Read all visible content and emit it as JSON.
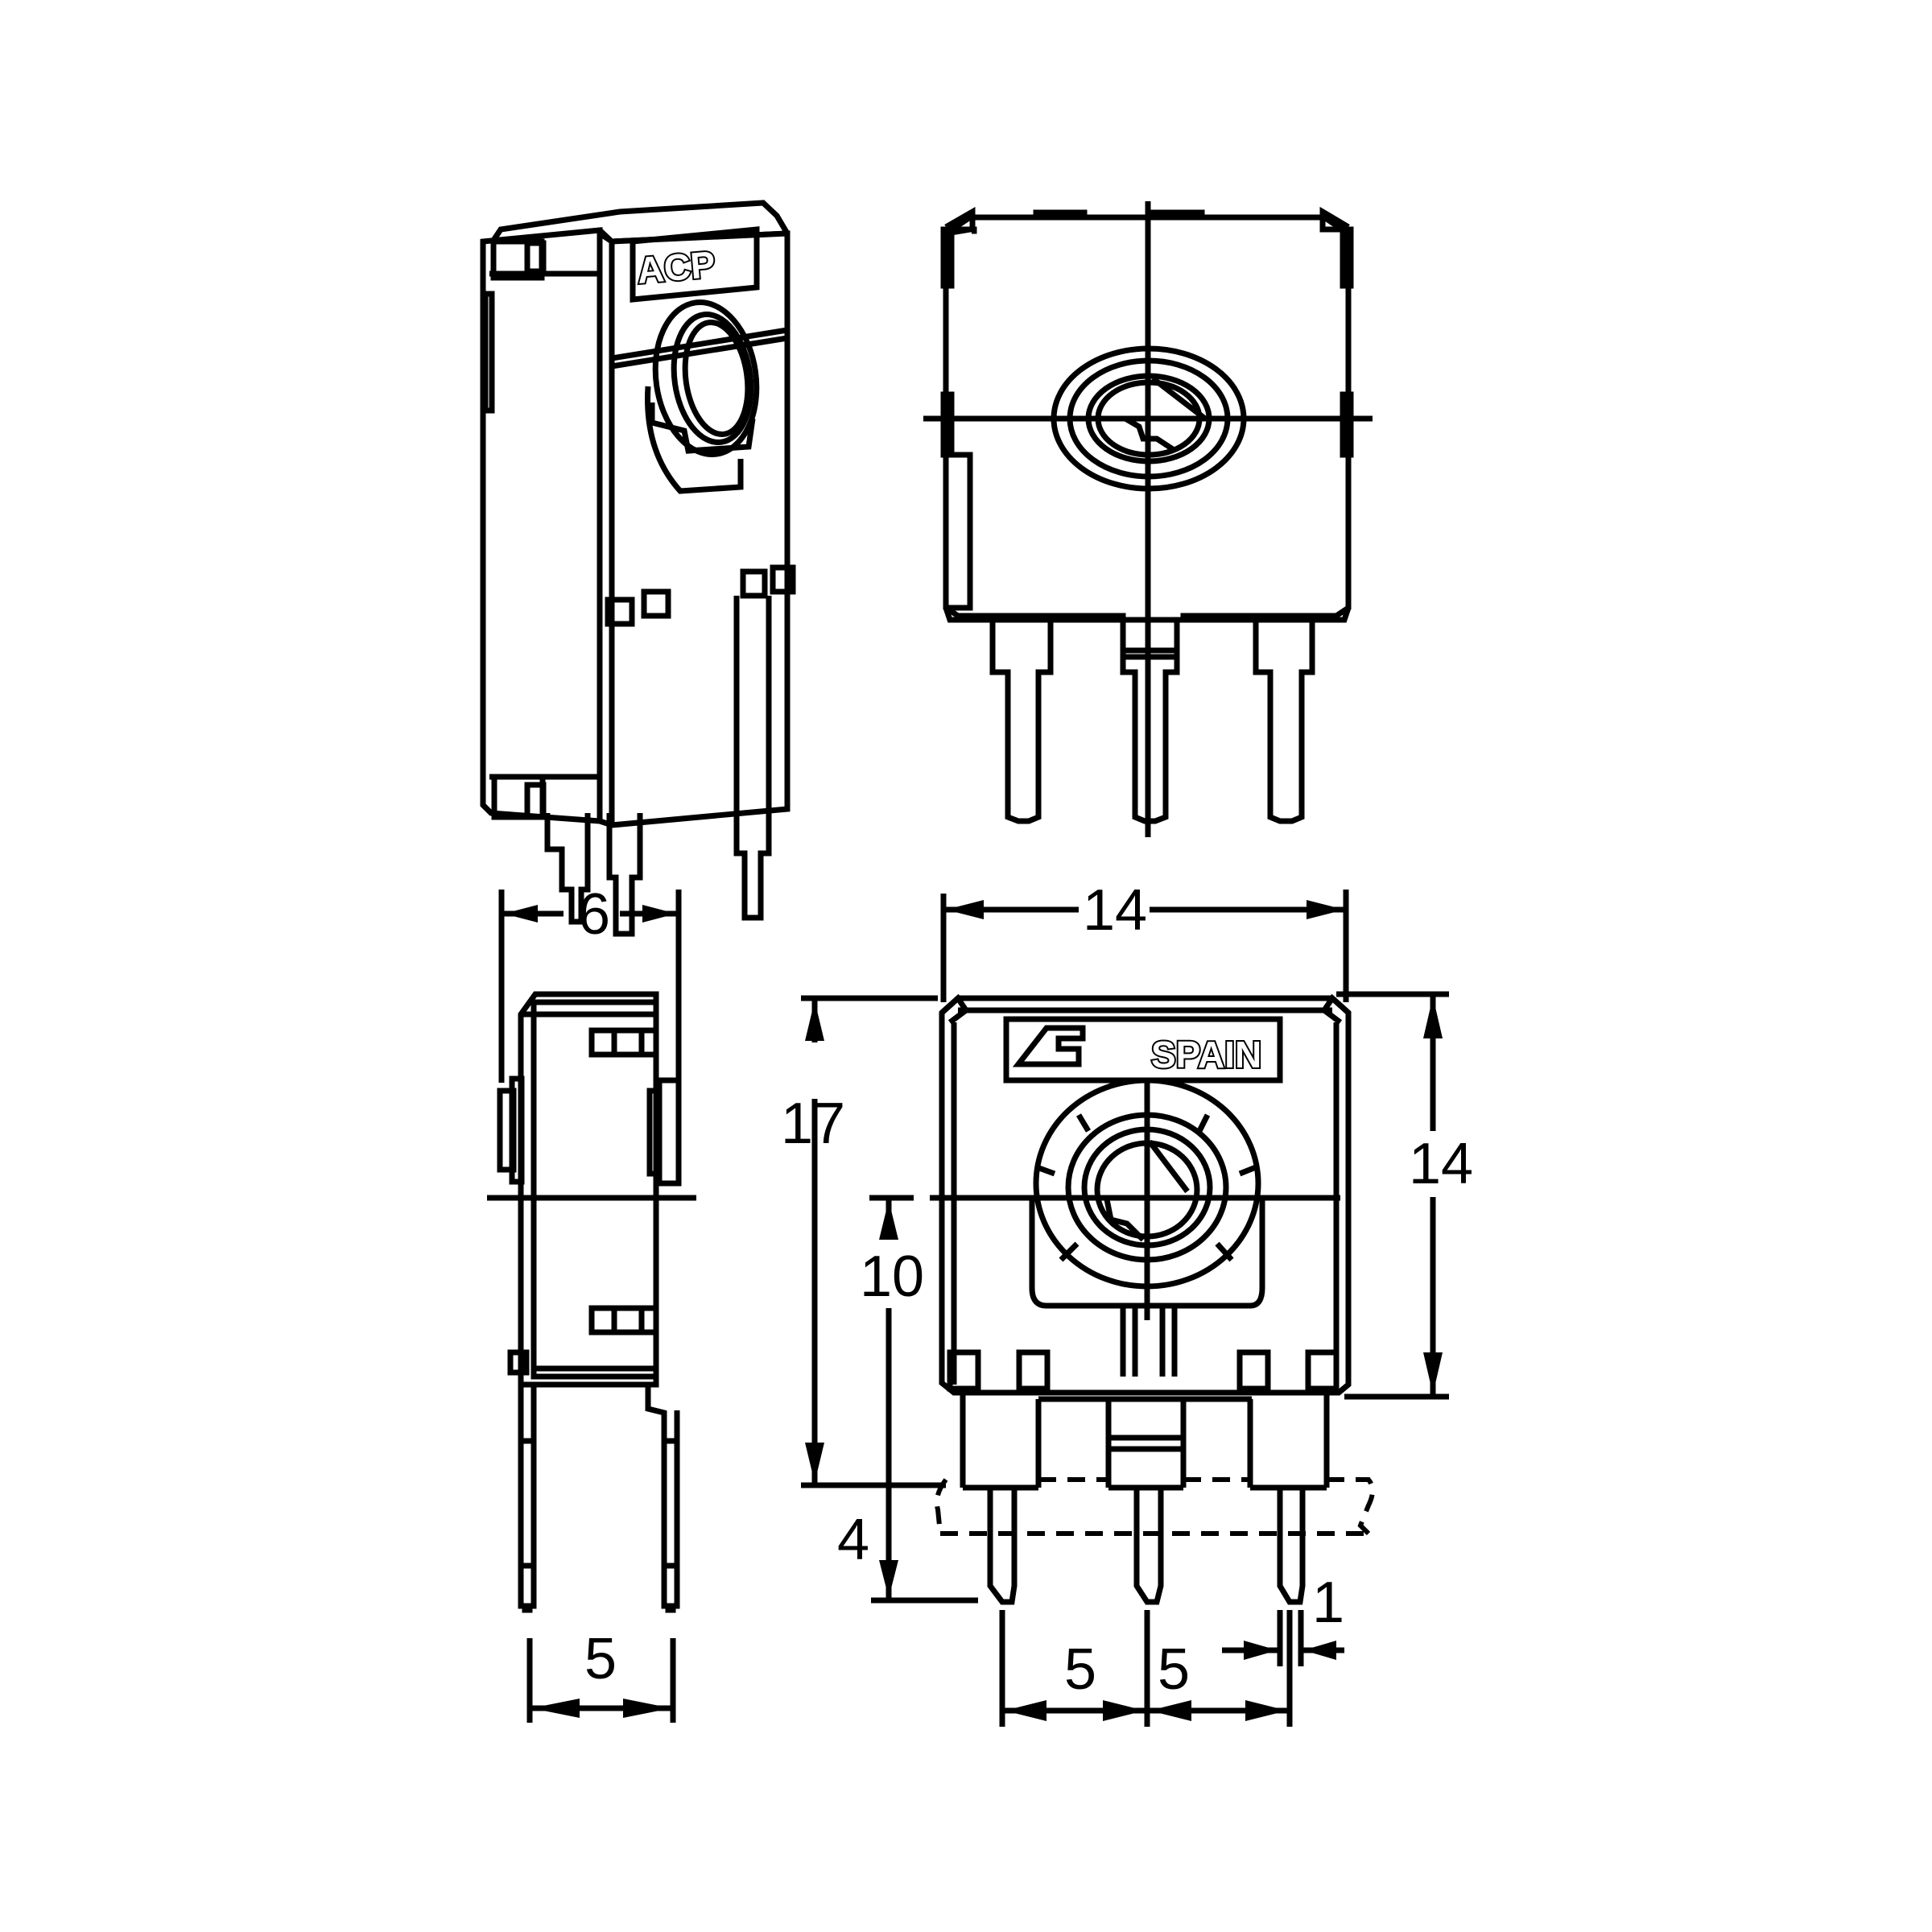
{
  "drawing": {
    "subject": "Trimmer potentiometer mechanical drawing",
    "views": [
      "isometric-view",
      "front-view-top",
      "side-view",
      "front-view-dimensioned"
    ],
    "marking": {
      "logo": "ACP",
      "text": "SPAIN"
    },
    "units": "mm",
    "line_color": "#000000",
    "background": "#ffffff"
  },
  "dimensions": {
    "side_width": "6",
    "side_pin_spacing": "5",
    "body_width": "14",
    "total_height": "17",
    "body_height": "14",
    "axis_height": "10",
    "pin_length": "4",
    "pin_pitch_left": "5",
    "pin_pitch_right": "5",
    "pin_width": "1"
  }
}
